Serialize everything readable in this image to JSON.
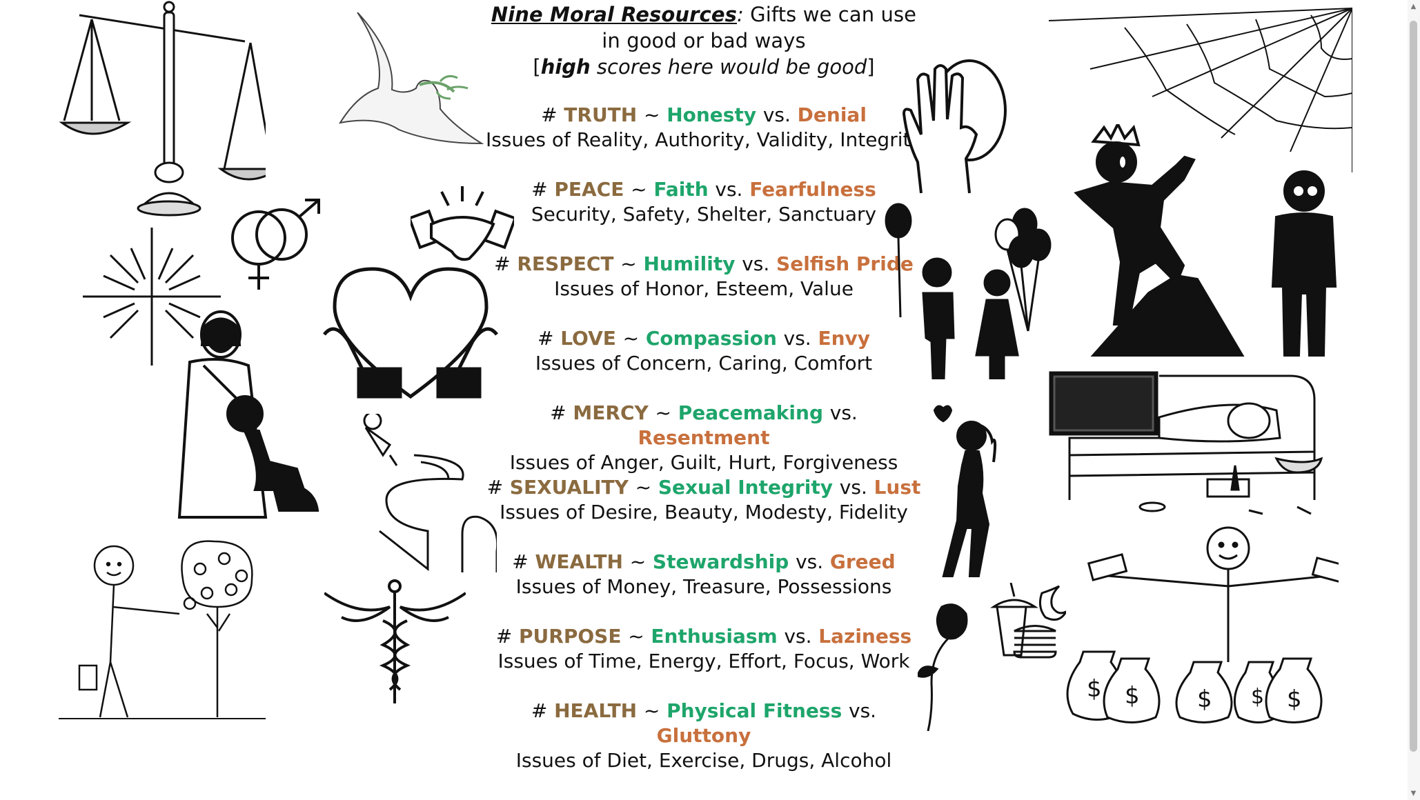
{
  "header": {
    "title_emphasis": "Nine Moral Resources",
    "title_colon": ":",
    "title_rest": " Gifts we can use in good or bad ways",
    "subtitle_open": "[",
    "subtitle_high": "high",
    "subtitle_rest": " scores here would be good",
    "subtitle_close": "]"
  },
  "resources": [
    {
      "hash": "#",
      "name": "TRUTH",
      "tilde": "~",
      "good": "Honesty",
      "vs": "vs.",
      "bad": "Denial",
      "issues": "Issues of Reality, Authority, Validity, Integrity"
    },
    {
      "hash": "#",
      "name": "PEACE",
      "tilde": "~",
      "good": "Faith",
      "vs": "vs.",
      "bad": "Fearfulness",
      "issues": "Security, Safety, Shelter, Sanctuary"
    },
    {
      "hash": "#",
      "name": "RESPECT",
      "tilde": "~",
      "good": "Humility",
      "vs": "vs.",
      "bad": "Selfish Pride",
      "issues": "Issues of Honor, Esteem, Value"
    },
    {
      "hash": "#",
      "name": "LOVE",
      "tilde": "~",
      "good": "Compassion",
      "vs": "vs.",
      "bad": "Envy",
      "issues": "Issues of Concern, Caring, Comfort"
    },
    {
      "hash": "#",
      "name": "MERCY",
      "tilde": "~",
      "good": "Peacemaking",
      "vs": "vs.",
      "bad": "Resentment",
      "issues": "Issues of Anger, Guilt, Hurt, Forgiveness"
    },
    {
      "hash": "#",
      "name": "SEXUALITY",
      "tilde": "~",
      "good": "Sexual Integrity",
      "vs": "vs.",
      "bad": "Lust",
      "issues": "Issues of Desire, Beauty, Modesty, Fidelity"
    },
    {
      "hash": "#",
      "name": "WEALTH",
      "tilde": "~",
      "good": "Stewardship",
      "vs": "vs.",
      "bad": "Greed",
      "issues": "Issues of Money, Treasure, Possessions"
    },
    {
      "hash": "#",
      "name": "PURPOSE",
      "tilde": "~",
      "good": "Enthusiasm",
      "vs": "vs.",
      "bad": "Laziness",
      "issues": "Issues of Time, Energy, Effort, Focus, Work"
    },
    {
      "hash": "#",
      "name": "HEALTH",
      "tilde": "~",
      "good": "Physical Fitness",
      "vs": "vs.",
      "bad": "Gluttony",
      "issues": "Issues of Diet, Exercise, Drugs, Alcohol"
    }
  ],
  "colors": {
    "resource_name": "#8a6a3f",
    "good_trait": "#1ea56b",
    "bad_trait": "#c8703d",
    "text": "#111111"
  },
  "icons": [
    "scales-icon",
    "dove-icon",
    "raised-hand-icon",
    "spider-web-icon",
    "gender-rings-icon",
    "handshake-icon",
    "heart-in-hands-icon",
    "light-burst-icon",
    "jesus-forgiving-icon",
    "king-on-mountain-icon",
    "person-with-glasses-icon",
    "couple-with-balloons-icon",
    "pushpin-road-icon",
    "tv-couch-potato-icon",
    "woman-figure-icon",
    "money-tree-icon",
    "caduceus-icon",
    "wilted-rose-icon",
    "fast-food-icon",
    "money-bags-icon"
  ]
}
